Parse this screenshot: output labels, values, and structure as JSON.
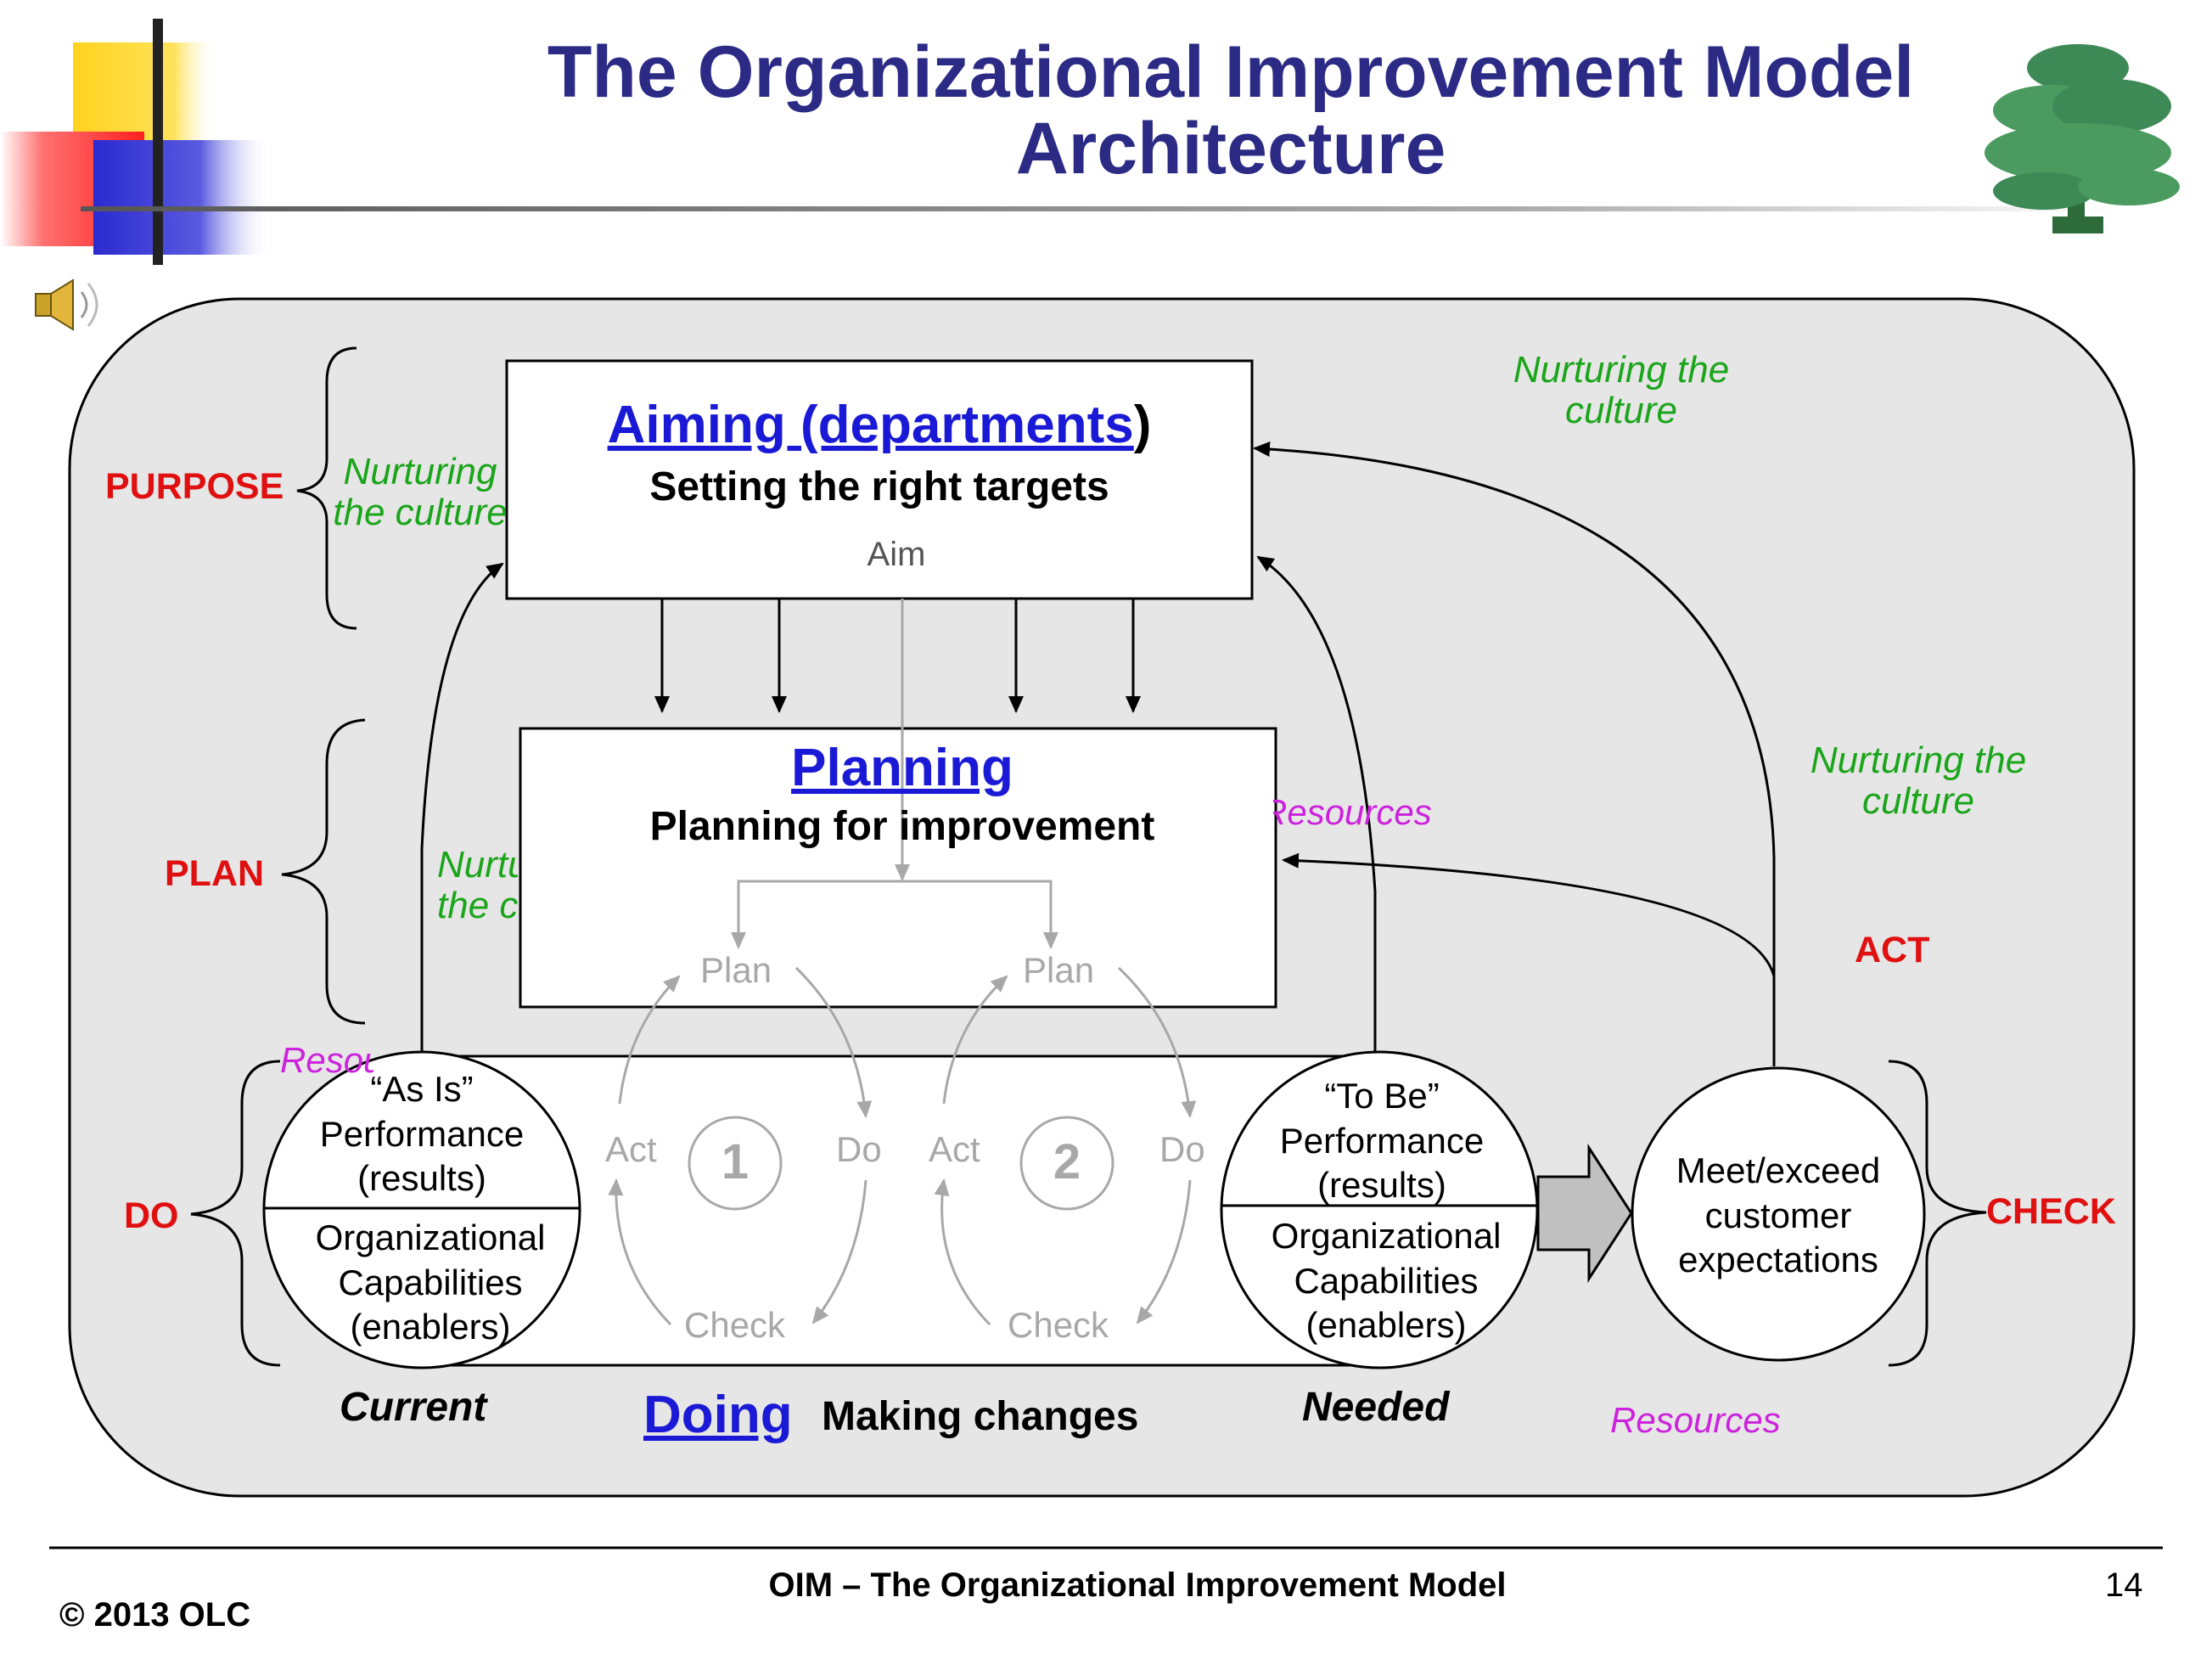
{
  "slide": {
    "title_line1": "The Organizational Improvement Model",
    "title_line2": "Architecture",
    "icons": [
      "speaker-icon",
      "tree-logo",
      "decorative-squares"
    ]
  },
  "levels": {
    "purpose": "PURPOSE",
    "plan": "PLAN",
    "do": "DO",
    "check": "CHECK",
    "act": "ACT"
  },
  "aiming_box": {
    "title_link": "Aiming (departments",
    "title_paren": ")",
    "subtitle": "Setting the right targets",
    "aim_label": "Aim"
  },
  "planning_box": {
    "title": "Planning",
    "subtitle": "Planning for improvement"
  },
  "pdca": {
    "plan": "Plan",
    "do": "Do",
    "check": "Check",
    "act": "Act",
    "cycle1": "1",
    "cycle2": "2"
  },
  "current_circle": {
    "top": "“As Is” Performance (results)",
    "bottom": "Organizational Capabilities (enablers)",
    "caption": "Current"
  },
  "needed_circle": {
    "top": "“To Be” Performance (results)",
    "bottom": "Organizational Capabilities (enablers)",
    "caption": "Needed"
  },
  "customer_circle": {
    "text": "Meet/exceed customer expectations"
  },
  "doing": {
    "title": "Doing",
    "subtitle": "Making changes"
  },
  "annotations": {
    "nurturing_1": "Nurturing the culture",
    "nurturing_2": "Nurturing the culture",
    "nurturing_3": "Nurturing the culture",
    "nurturing_partial": "Nurturing the culture",
    "resources_1": "Resources",
    "resources_2": "Resources",
    "resources_partial": "Resources"
  },
  "footer": {
    "copyright": "© 2013 OLC",
    "center": "OIM – The Organizational Improvement Model",
    "page": "14"
  },
  "colors": {
    "title": "#2b2b86",
    "level_red": "#e01010",
    "nurture_green": "#1aa51a",
    "resources_magenta": "#cc22dd",
    "link_blue": "#1a1ad6",
    "panel_gray": "#e6e6e6"
  }
}
